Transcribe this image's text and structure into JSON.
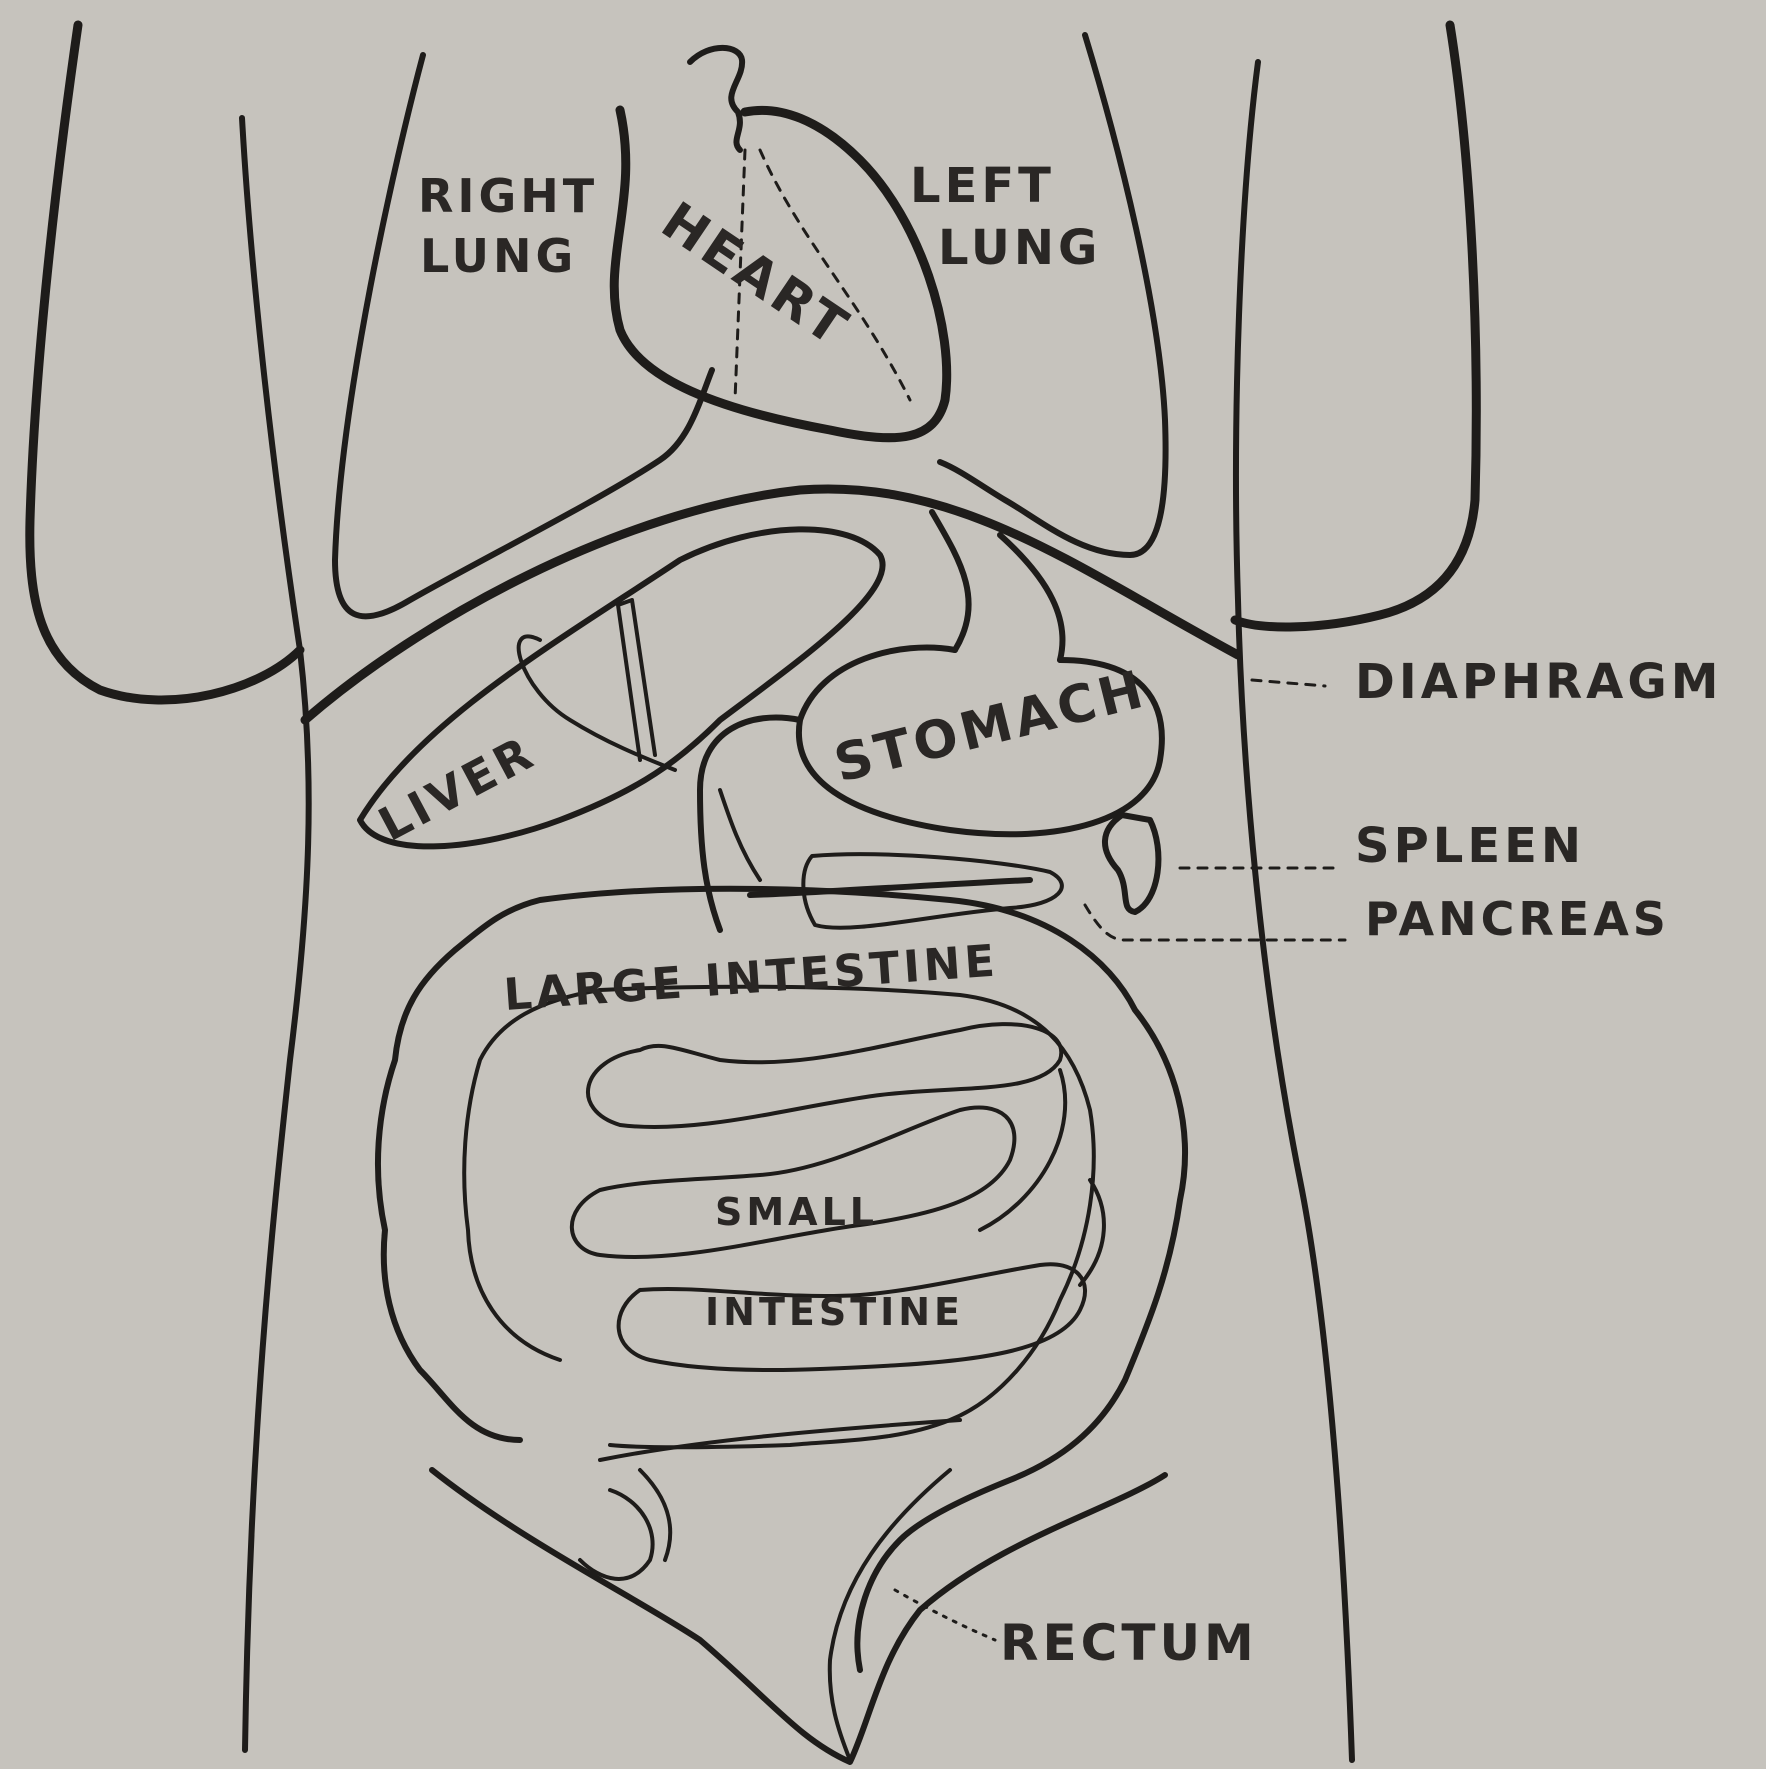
{
  "labels": {
    "right_lung": [
      "RIGHT",
      "LUNG"
    ],
    "left_lung": [
      "LEFT",
      "LUNG"
    ],
    "heart": "HEART",
    "diaphragm": "DIAPHRAGM",
    "stomach": "STOMACH",
    "liver": "LIVER",
    "spleen": "SPLEEN",
    "pancreas": "PANCREAS",
    "large_intestine": "LARGE INTESTINE",
    "small_intestine": [
      "SMALL",
      "INTESTINE"
    ],
    "rectum": "RECTUM"
  },
  "colors": {
    "paper": "#c6c3bd",
    "ink": "#1e1c1a"
  }
}
